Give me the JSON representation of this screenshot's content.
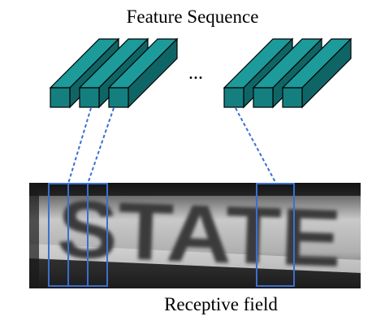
{
  "title": "Feature Sequence",
  "ellipsis": "...",
  "caption": "Receptive field",
  "image_text": "STATE",
  "colors": {
    "prism_front": "#157f80",
    "prism_side": "#0f6566",
    "prism_top": "#1d9a9a",
    "outline": "#000000",
    "receptive_box": "#3b6fd0",
    "dotted_link": "#3b6fd0",
    "photo_dark": "#161616",
    "photo_light": "#bdbdbd"
  }
}
